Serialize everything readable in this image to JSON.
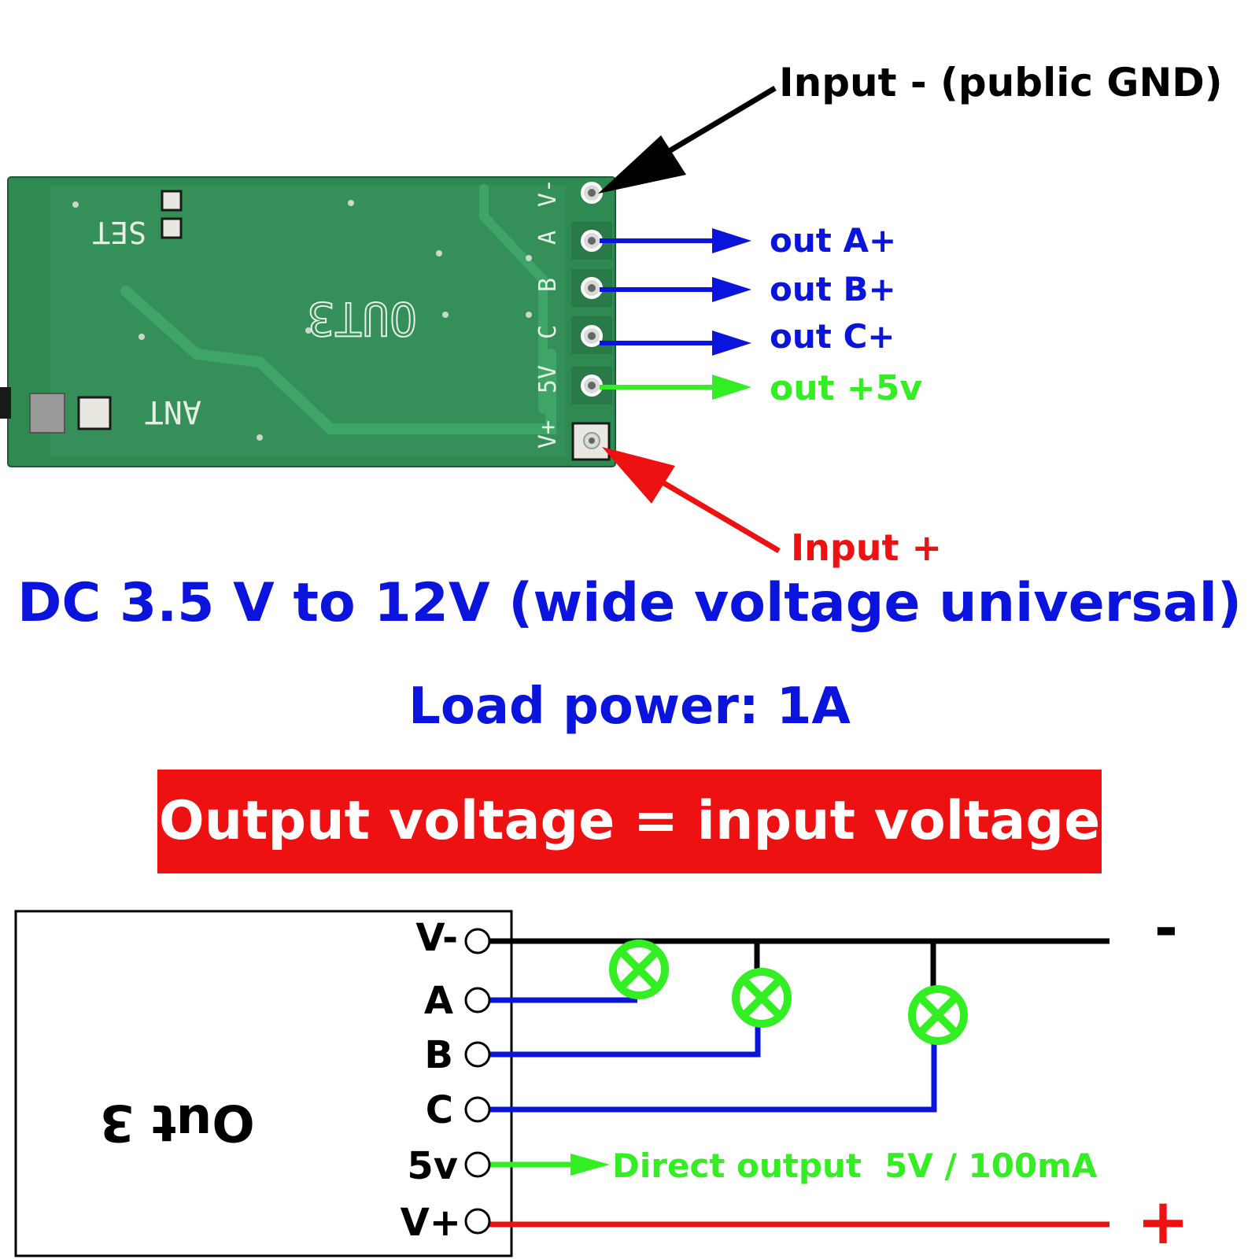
{
  "colors": {
    "black": "#000000",
    "blue": "#0a14dc",
    "green": "#33ee22",
    "red": "#ee1111",
    "pcb": "#2f8a52",
    "pcb_dark": "#236a3e",
    "white": "#ffffff"
  },
  "board": {
    "silk_set": "SET",
    "silk_out": "OUT3",
    "silk_ant": "ANT",
    "pin_labels": [
      "V-",
      "A",
      "B",
      "C",
      "5V",
      "V+"
    ]
  },
  "callouts": {
    "gnd": "Input - (public GND)",
    "out_a": "out A+",
    "out_b": "out B+",
    "out_c": "out C+",
    "out_5v": "out +5v",
    "input_plus": "Input +"
  },
  "headings": {
    "range": "DC 3.5 V to 12V (wide voltage universal)",
    "load": "Load power: 1A",
    "output": "Output voltage = input voltage"
  },
  "schematic": {
    "module_label": "Out 3",
    "pins": [
      "V-",
      "A",
      "B",
      "C",
      "5v",
      "V+"
    ],
    "direct_output": "Direct output  5V / 100mA",
    "minus": "-",
    "plus": "+",
    "lamp_icon": "lamp-icon"
  }
}
